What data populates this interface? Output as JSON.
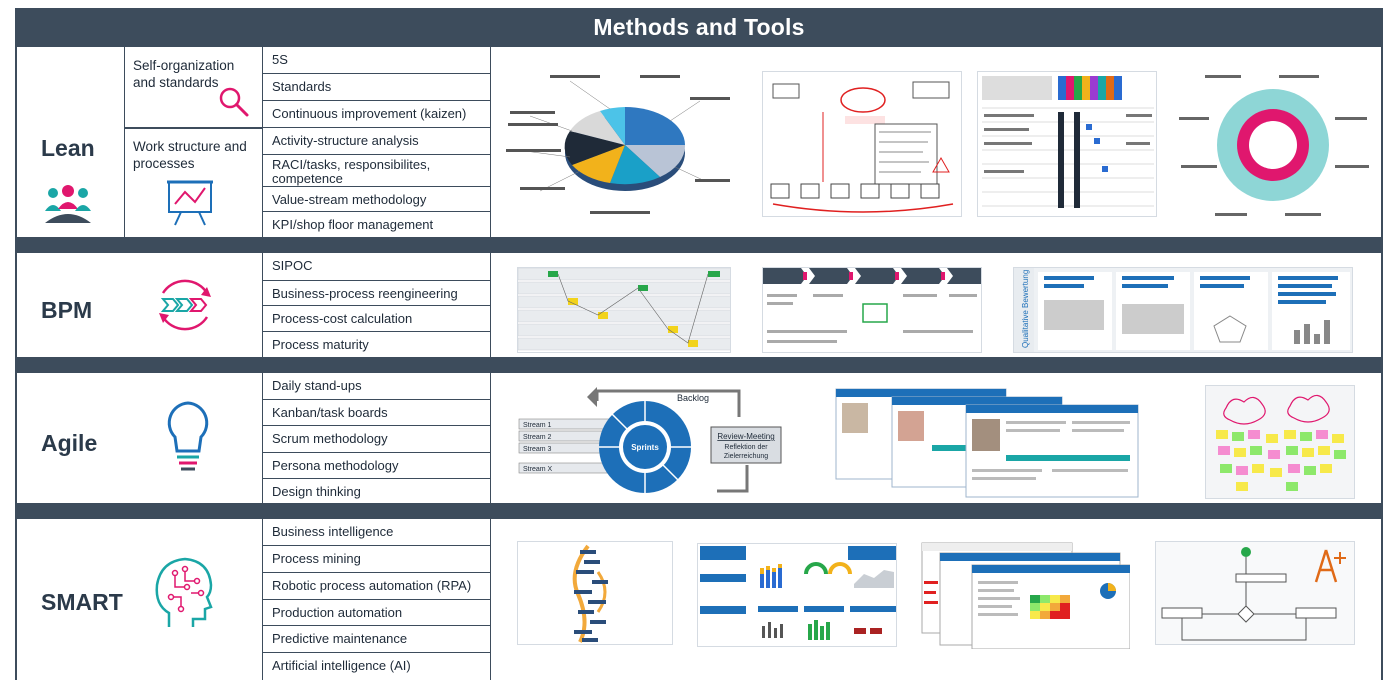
{
  "title": "Methods and Tools",
  "colors": {
    "frame": "#3d4c5c",
    "accent_pink": "#e0176e",
    "accent_teal": "#1aa6a6",
    "accent_blue": "#1d6fb8"
  },
  "sections": {
    "lean": {
      "label": "Lean",
      "icon": "team-meeting-icon",
      "subgroups": [
        {
          "label": "Self-organization and standards",
          "icon": "magnifier-icon"
        },
        {
          "label": "Work structure and processes",
          "icon": "presentation-board-icon"
        }
      ],
      "items": [
        "5S",
        "Standards",
        "Continuous improvement (kaizen)",
        "Activity-structure analysis",
        "RACI/tasks, responsibilites, competence",
        "Value-stream methodology",
        "KPI/shop floor management"
      ]
    },
    "bpm": {
      "label": "BPM",
      "icon": "process-cycle-icon",
      "items": [
        "SIPOC",
        "Business-process reengineering",
        "Process-cost calculation",
        "Process maturity"
      ]
    },
    "agile": {
      "label": "Agile",
      "icon": "lightbulb-icon",
      "items": [
        "Daily stand-ups",
        "Kanban/task boards",
        "Scrum methodology",
        "Persona methodology",
        "Design thinking"
      ]
    },
    "smart": {
      "label": "SMART",
      "icon": "ai-head-icon",
      "items": [
        "Business intelligence",
        "Process mining",
        "Robotic process automation (RPA)",
        "Production automation",
        "Predictive maintenance",
        "Artificial intelligence (AI)"
      ]
    }
  },
  "thumbnails": {
    "lean_pie": "pie-chart-thumbnail",
    "lean_vsm": "value-stream-map-thumbnail",
    "lean_raci": "raci-matrix-thumbnail",
    "lean_waste": "waste-wheel-thumbnail",
    "bpm_swimlane": "swimlane-diagram-thumbnail",
    "bpm_sipoc": "sipoc-thumbnail",
    "bpm_maturity": "maturity-assessment-thumbnail",
    "agile_scrum": "scrum-cycle-thumbnail",
    "agile_persona": "persona-sheets-thumbnail",
    "agile_board": "sticky-note-board-thumbnail",
    "smart_mining": "process-mining-thumbnail",
    "smart_bi": "bi-dashboard-thumbnail",
    "smart_reports": "report-pages-thumbnail",
    "smart_rpa": "rpa-workflow-thumbnail"
  },
  "scrum": {
    "backlog": "Backlog",
    "streams": [
      "Stream 1",
      "Stream 2",
      "Stream 3",
      "Stream X"
    ],
    "sprints": "Sprints",
    "review_title": "Review-Meeting",
    "review_line1": "Reflektion der",
    "review_line2": "Zielerreichung"
  }
}
